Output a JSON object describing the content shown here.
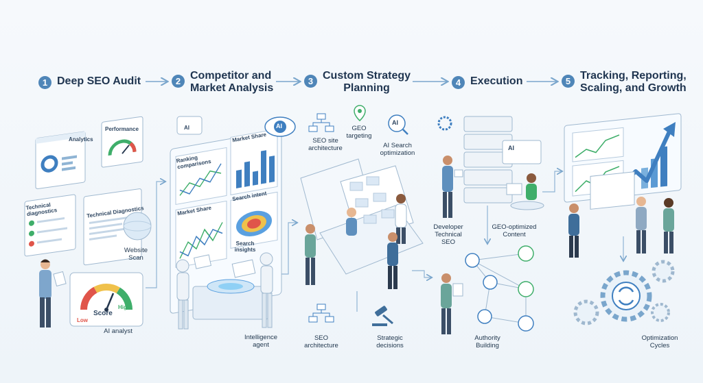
{
  "steps": [
    {
      "number": "1",
      "title": "Deep SEO Audit"
    },
    {
      "number": "2",
      "title_line1": "Competitor and",
      "title_line2": "Market Analysis"
    },
    {
      "number": "3",
      "title_line1": "Custom Strategy",
      "title_line2": "Planning"
    },
    {
      "number": "4",
      "title": "Execution"
    },
    {
      "number": "5",
      "title_line1": "Tracking, Reporting,",
      "title_line2": "Scaling, and Growth"
    }
  ],
  "audit": {
    "analytics": "Analytics",
    "performance": "Performance",
    "technical_diagnostics_small": "Technical diagnostics",
    "technical_diagnostics_panel": "Technical Diagnostics",
    "website_scan_line1": "Website",
    "website_scan_line2": "Scan",
    "gauge_low": "Low",
    "gauge_score": "Score",
    "gauge_high": "High",
    "ai_analyst": "AI analyst"
  },
  "competitor": {
    "ai_badge": "AI",
    "ranking_comparisons": "Ranking comparisons",
    "market_share_top": "Market Share",
    "market_share_bottom": "Market Share",
    "search_intent": "Search intent",
    "search_insights_line1": "Search",
    "search_insights_line2": "insights",
    "intelligence_agent_line1": "Intelligence",
    "intelligence_agent_line2": "agent"
  },
  "strategy": {
    "seo_site_architecture_line1": "SEO site",
    "seo_site_architecture_line2": "architecture",
    "geo_targeting_line1": "GEO",
    "geo_targeting_line2": "targeting",
    "ai_search_opt_line1": "AI Search",
    "ai_search_opt_line2": "optimization",
    "ai_badge": "AI",
    "seo_architecture_line1": "SEO",
    "seo_architecture_line2": "architecture",
    "strategic_decisions_line1": "Strategic",
    "strategic_decisions_line2": "decisions"
  },
  "execution": {
    "developer_line1": "Developer",
    "developer_line2": "Technical",
    "developer_line3": "SEO",
    "geo_content_line1": "GEO-optimized",
    "geo_content_line2": "Content",
    "ai_badge": "AI",
    "authority_line1": "Authority",
    "authority_line2": "Building"
  },
  "growth": {
    "optimization_line1": "Optimization",
    "optimization_line2": "Cycles"
  },
  "colors": {
    "step_number": "#4f86b8",
    "title": "#1f3550",
    "panel": "#ffffff",
    "panel_border": "#9fb8cf",
    "accent_blue": "#3f7fc0",
    "accent_green": "#3fae6a",
    "accent_red": "#e0554a",
    "arrow": "#7aa6cc"
  }
}
